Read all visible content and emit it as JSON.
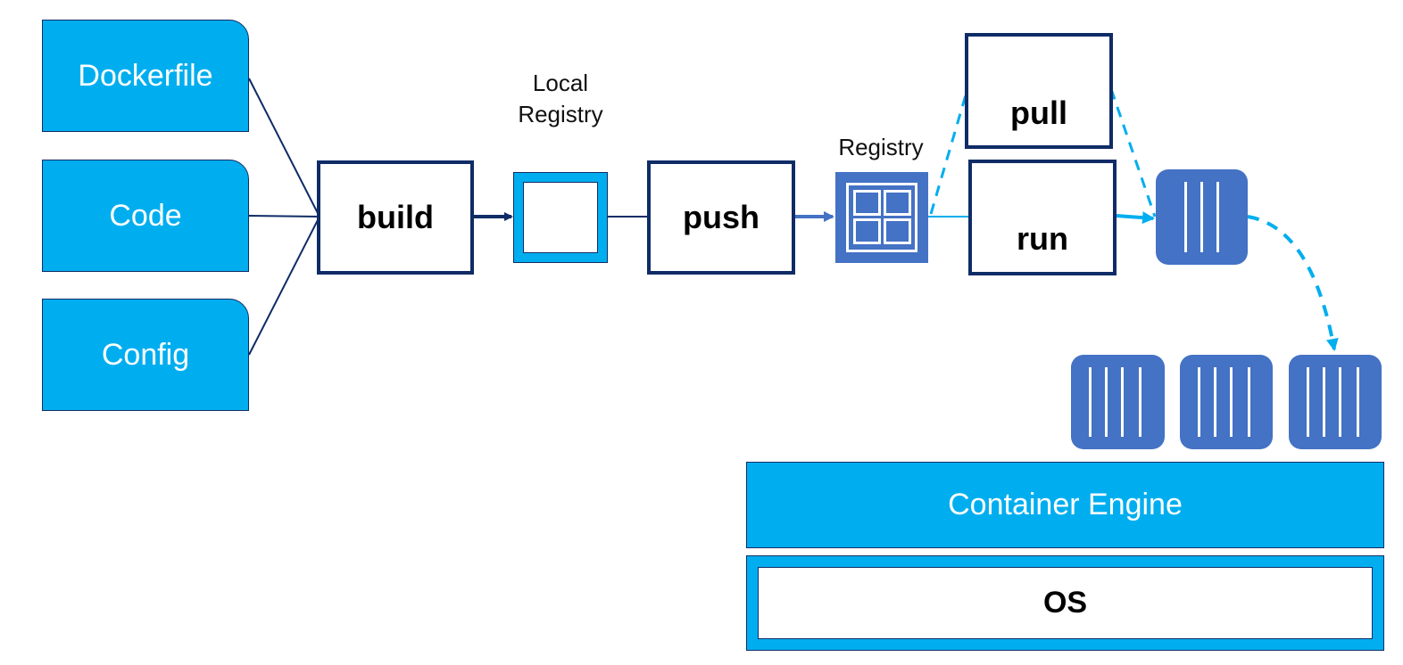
{
  "inputs": {
    "dockerfile": "Dockerfile",
    "code": "Code",
    "config": "Config"
  },
  "steps": {
    "build": "build",
    "push": "push",
    "pull": "pull",
    "run": "run"
  },
  "captions": {
    "local_registry_line1": "Local",
    "local_registry_line2": "Registry",
    "registry": "Registry"
  },
  "platform": {
    "container_engine": "Container Engine",
    "os": "OS"
  },
  "colors": {
    "input_fill": "#00aeef",
    "border_navy": "#0f2c66",
    "icon_blue": "#4472c4",
    "dashed_arrow": "#00aeef"
  },
  "icons": {
    "registry": "registry-grid-icon",
    "container": "container-icon"
  }
}
